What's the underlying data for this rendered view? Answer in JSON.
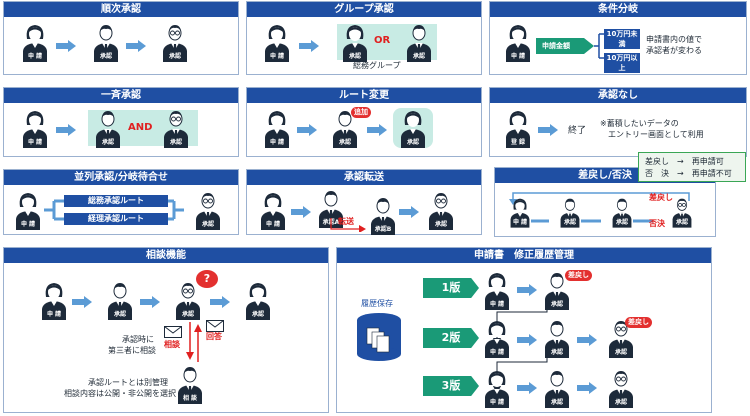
{
  "panels": {
    "sequential": {
      "title": "順次承認"
    },
    "group": {
      "title": "グループ承認",
      "or": "OR",
      "caption": "総務グループ"
    },
    "conditional": {
      "title": "条件分岐",
      "amount": "申請金額",
      "under": "10万円未満",
      "over": "10万円以上",
      "note1": "申請書内の値で",
      "note2": "承認者が変わる"
    },
    "simultaneous": {
      "title": "一斉承認",
      "and": "AND"
    },
    "route_change": {
      "title": "ルート変更",
      "add": "追加"
    },
    "no_approval": {
      "title": "承認なし",
      "end": "終了",
      "note1": "※蓄積したいデータの",
      "note2": "エントリー画面として利用"
    },
    "parallel": {
      "title": "並列承認/分岐待合せ",
      "route1": "総務承認ルート",
      "route2": "経理承認ルート"
    },
    "transfer": {
      "title": "承認転送",
      "approver_a": "承認A",
      "approver_b": "承認B",
      "transfer": "転送"
    },
    "return_reject": {
      "title": "差戻し/否決",
      "return": "差戻し",
      "reject": "否決",
      "legend_line1": "差戻し　→　再申請可",
      "legend_line2": "否　決　→　再申請不可"
    },
    "consult": {
      "title": "相談機能",
      "q": "?",
      "consult": "相談",
      "answer": "回答",
      "note1": "承認時に",
      "note2": "第三者に相談",
      "note3": "承認ルートとは別管理",
      "note4": "相談内容は公開・非公開を選択"
    },
    "history": {
      "title": "申請書　修正履歴管理",
      "save": "履歴保存",
      "v1": "1版",
      "v2": "2版",
      "v3": "3版",
      "return": "差戻し"
    }
  },
  "labels": {
    "applicant": "申 請",
    "approval": "承認",
    "register": "登 録",
    "consult": "相 談"
  },
  "colors": {
    "header": "#1f4fa3",
    "arrow": "#5b9bd5",
    "teal": "#c8ebe4",
    "green": "#1a9a77",
    "red": "#e3302f"
  }
}
